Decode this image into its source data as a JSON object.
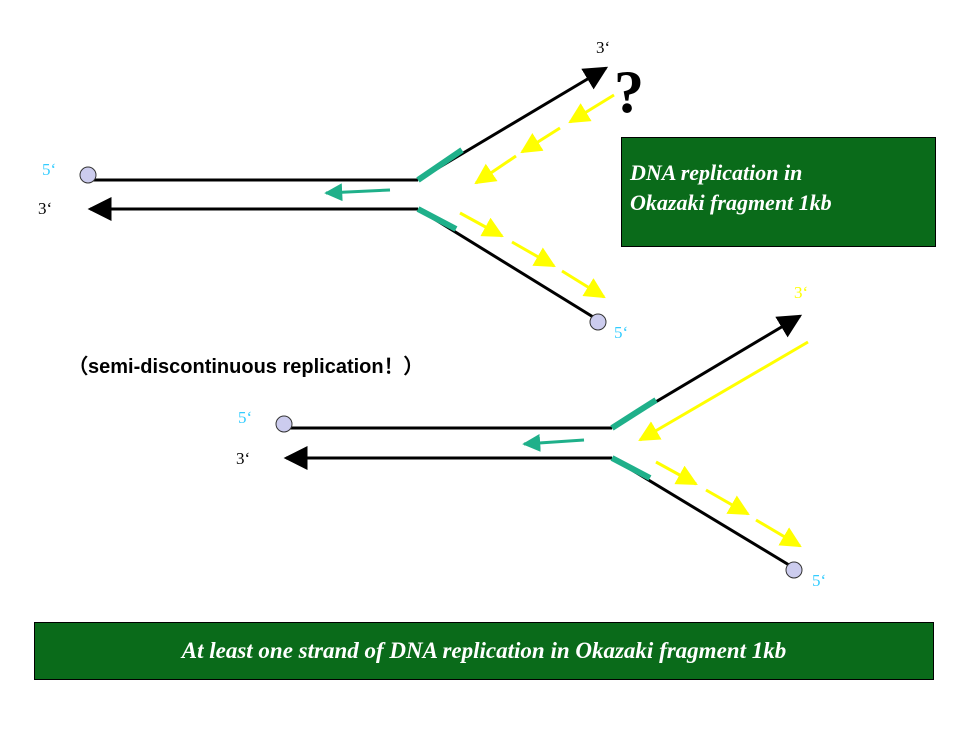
{
  "colors": {
    "strand": "#000000",
    "primer": "#1fb08a",
    "new_strand": "#ffff00",
    "label_5prime": "#33ccff",
    "box_fill": "#0a6b1a",
    "box_text": "#ffffff",
    "end_circle": "#ccccee"
  },
  "top_fork": {
    "label_left_5": "5‘",
    "label_left_3": "3‘",
    "label_upper_3": "3‘",
    "label_lower_5": "5‘",
    "question_mark": "?"
  },
  "bottom_fork": {
    "label_left_5": "5‘",
    "label_left_3": "3‘",
    "label_upper_3": "3‘",
    "label_lower_5": "5‘"
  },
  "caption": "（semi-discontinuous replication！）",
  "box_top": {
    "line1": "DNA replication in",
    "line2": "Okazaki fragment 1kb"
  },
  "box_bottom": "At least one strand of DNA replication in Okazaki fragment 1kb"
}
